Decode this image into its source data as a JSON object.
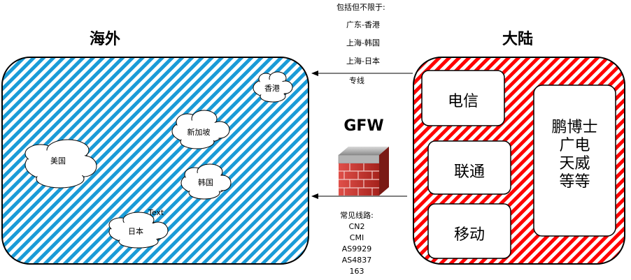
{
  "overseas": {
    "title": "海外",
    "regions": [
      {
        "name": "香港"
      },
      {
        "name": "新加坡"
      },
      {
        "name": "美国"
      },
      {
        "name": "韩国"
      },
      {
        "name": "日本"
      }
    ],
    "stray_text": "Text"
  },
  "mainland": {
    "title": "大陆",
    "isps": [
      "电信",
      "联通",
      "移动"
    ],
    "others": [
      "鹏博士",
      "广电",
      "天威",
      "等等"
    ]
  },
  "gfw": {
    "label": "GFW"
  },
  "dedicated_lines": {
    "heading": "包括但不限于:",
    "items": [
      "广东-香港",
      "上海-韩国",
      "上海-日本"
    ],
    "footer": "专线"
  },
  "common_routes": {
    "heading": "常见线路:",
    "items": [
      "CN2",
      "CMI",
      "AS9929",
      "AS4837",
      "163"
    ]
  },
  "colors": {
    "overseas_stripe": "#1a9bd7",
    "mainland_stripe": "#ff0000",
    "border": "#000000",
    "brick": "#c0392b"
  }
}
